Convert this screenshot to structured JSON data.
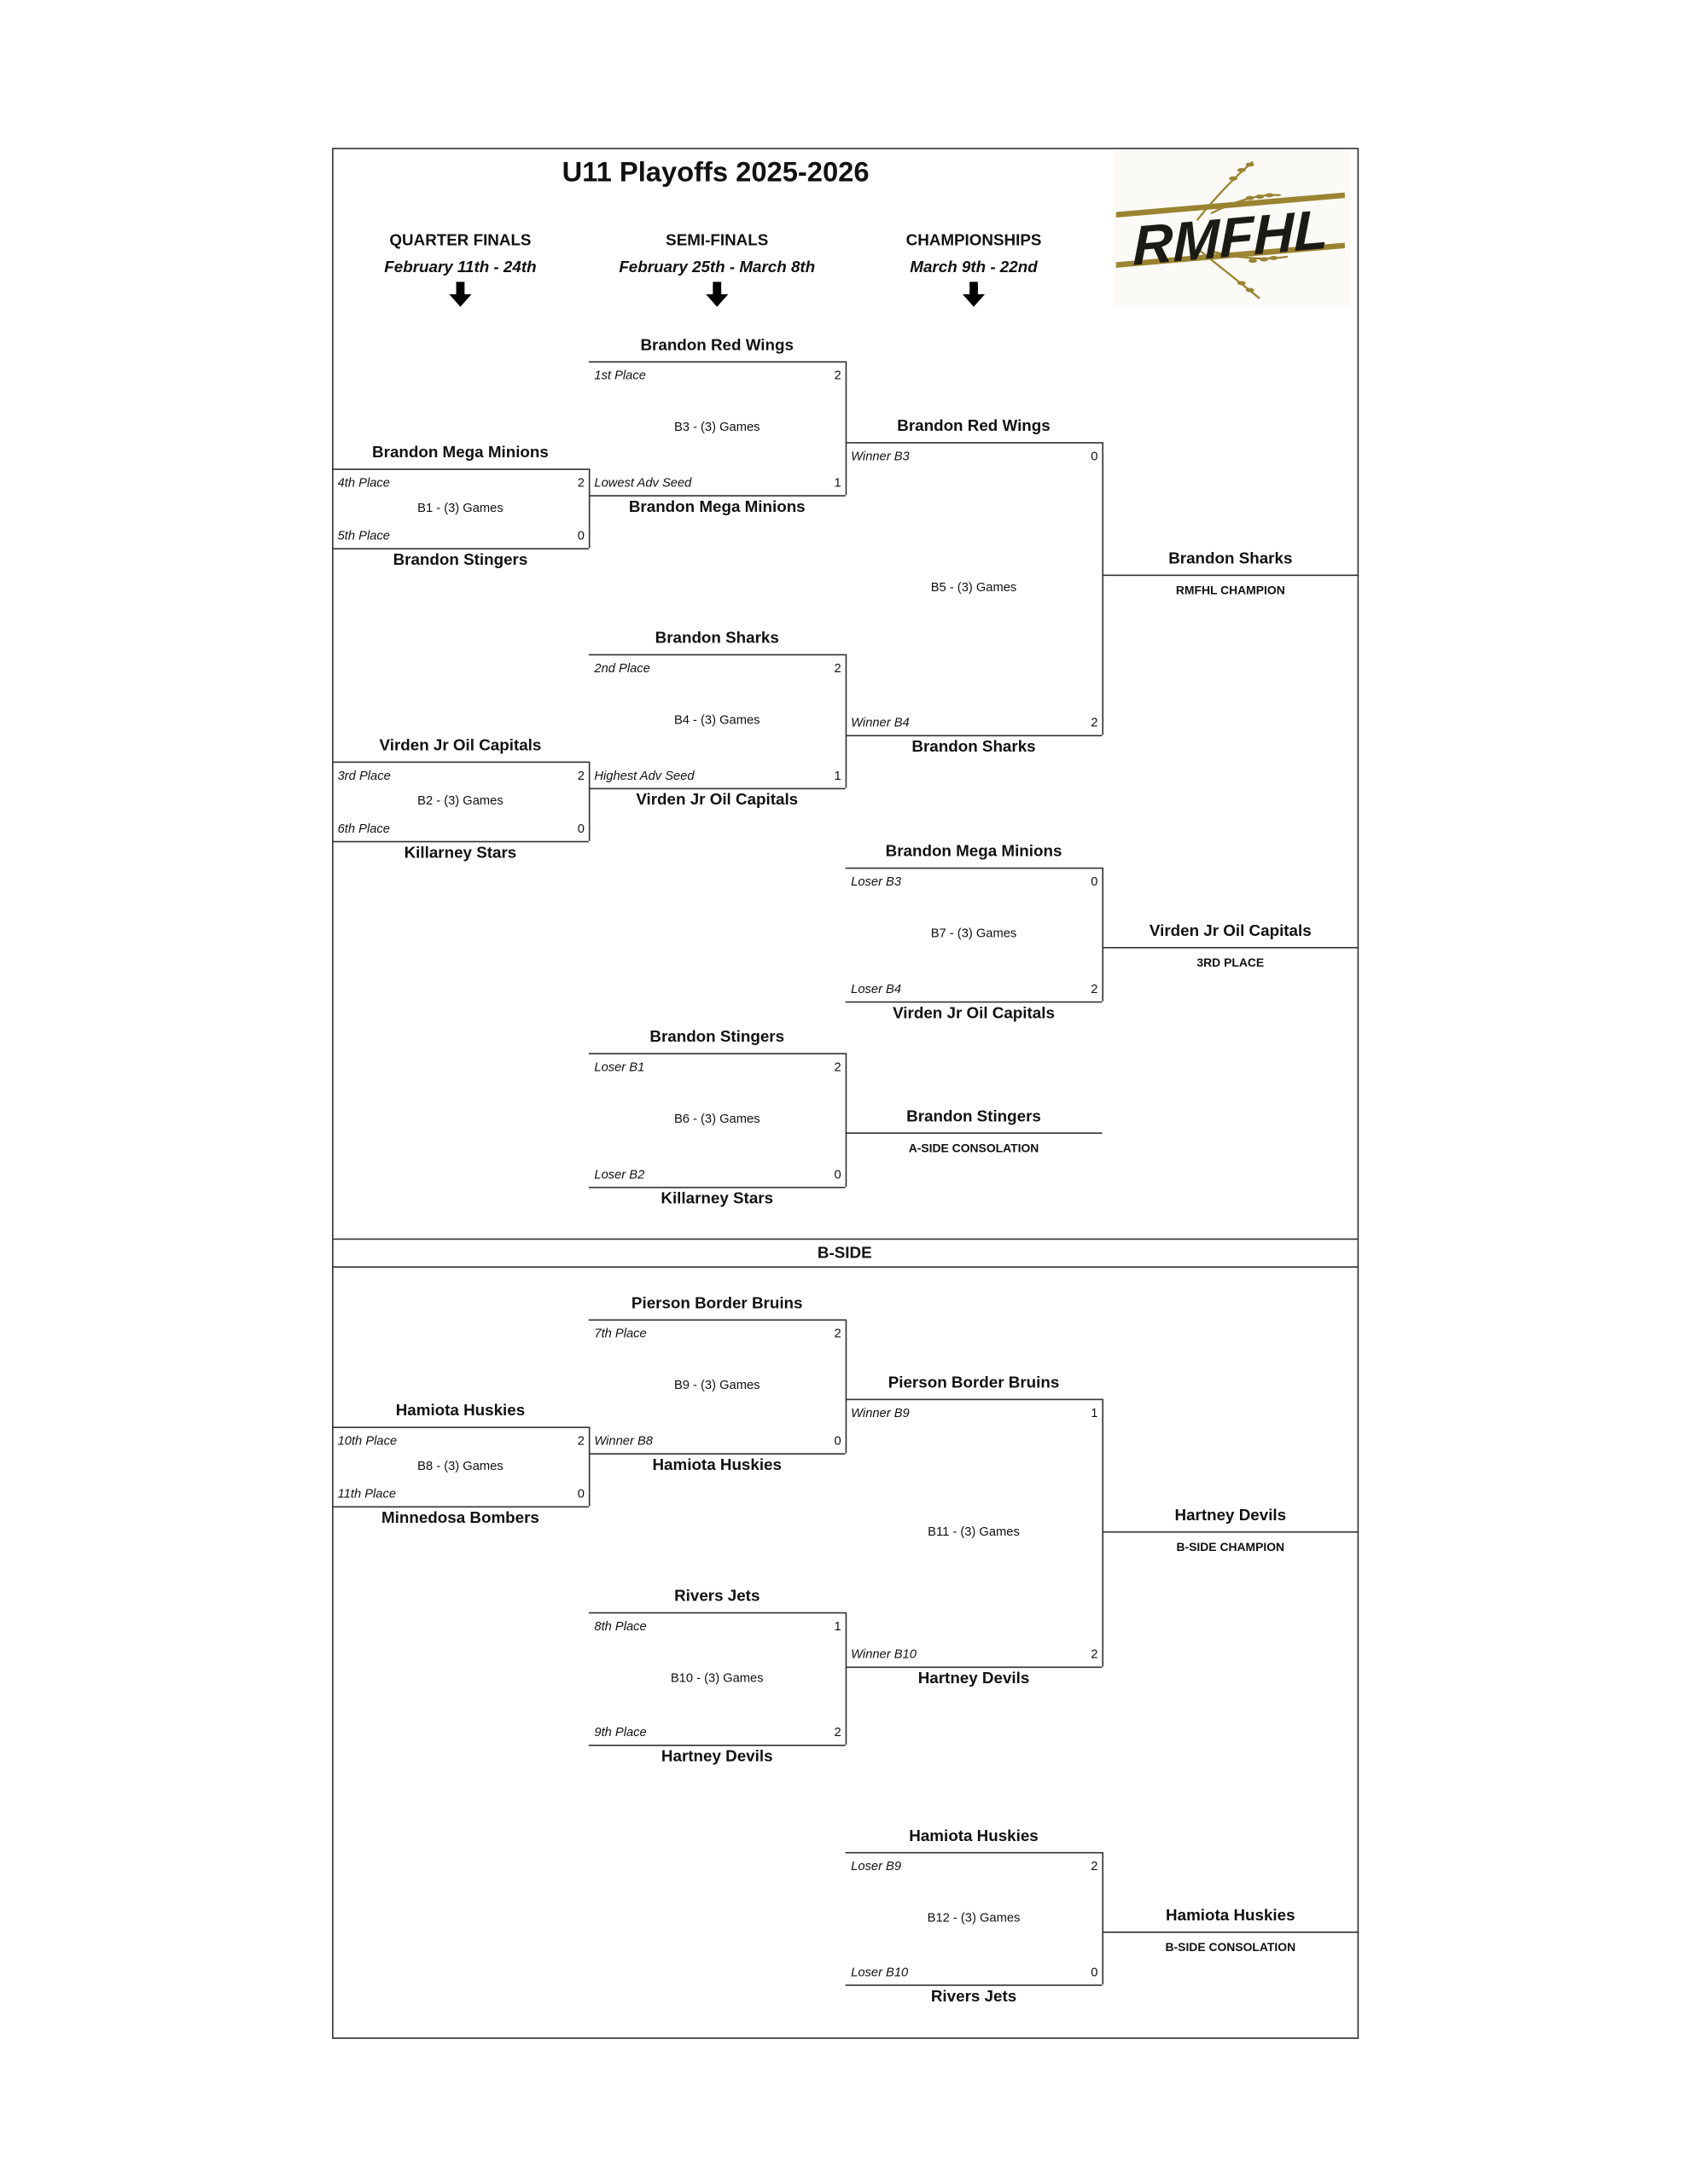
{
  "title": "U11 Playoffs 2025-2026",
  "logo": {
    "text": "RMFHL",
    "gold": "#9a8432"
  },
  "columns": [
    {
      "heading": "QUARTER FINALS",
      "dates": "February 11th - 24th"
    },
    {
      "heading": "SEMI-FINALS",
      "dates": "February 25th - March 8th"
    },
    {
      "heading": "CHAMPIONSHIPS",
      "dates": "March 9th - 22nd"
    }
  ],
  "section_b_label": "B-SIDE",
  "matchups": [
    {
      "id": "B1",
      "game": "B1 - (3) Games",
      "top_team": "Brandon Mega Minions",
      "top_label": "4th Place",
      "top_score": "2",
      "bottom_team": "Brandon Stingers",
      "bottom_label": "5th Place",
      "bottom_score": "0"
    },
    {
      "id": "B2",
      "game": "B2 - (3) Games",
      "top_team": "Virden Jr Oil Capitals",
      "top_label": "3rd Place",
      "top_score": "2",
      "bottom_team": "Killarney Stars",
      "bottom_label": "6th Place",
      "bottom_score": "0"
    },
    {
      "id": "B3",
      "game": "B3 - (3) Games",
      "top_team": "Brandon Red Wings",
      "top_label": "1st Place",
      "top_score": "2",
      "bottom_team": "Brandon Mega Minions",
      "bottom_label": "Lowest Adv Seed",
      "bottom_score": "1"
    },
    {
      "id": "B4",
      "game": "B4 - (3) Games",
      "top_team": "Brandon Sharks",
      "top_label": "2nd Place",
      "top_score": "2",
      "bottom_team": "Virden Jr Oil Capitals",
      "bottom_label": "Highest Adv Seed",
      "bottom_score": "1"
    },
    {
      "id": "B5",
      "game": "B5 - (3) Games",
      "top_team": "Brandon Red Wings",
      "top_label": "Winner B3",
      "top_score": "0",
      "bottom_team": "Brandon Sharks",
      "bottom_label": "Winner B4",
      "bottom_score": "2"
    },
    {
      "id": "B6",
      "game": "B6 - (3) Games",
      "top_team": "Brandon Stingers",
      "top_label": "Loser B1",
      "top_score": "2",
      "bottom_team": "Killarney Stars",
      "bottom_label": "Loser B2",
      "bottom_score": "0"
    },
    {
      "id": "B7",
      "game": "B7 - (3) Games",
      "top_team": "Brandon Mega Minions",
      "top_label": "Loser B3",
      "top_score": "0",
      "bottom_team": "Virden Jr Oil Capitals",
      "bottom_label": "Loser B4",
      "bottom_score": "2"
    },
    {
      "id": "B8",
      "game": "B8 - (3) Games",
      "top_team": "Hamiota Huskies",
      "top_label": "10th Place",
      "top_score": "2",
      "bottom_team": "Minnedosa Bombers",
      "bottom_label": "11th Place",
      "bottom_score": "0"
    },
    {
      "id": "B9",
      "game": "B9 - (3) Games",
      "top_team": "Pierson Border Bruins",
      "top_label": "7th Place",
      "top_score": "2",
      "bottom_team": "Hamiota Huskies",
      "bottom_label": "Winner B8",
      "bottom_score": "0"
    },
    {
      "id": "B10",
      "game": "B10 - (3) Games",
      "top_team": "Rivers Jets",
      "top_label": "8th Place",
      "top_score": "1",
      "bottom_team": "Hartney Devils",
      "bottom_label": "9th Place",
      "bottom_score": "2"
    },
    {
      "id": "B11",
      "game": "B11 - (3) Games",
      "top_team": "Pierson Border Bruins",
      "top_label": "Winner B9",
      "top_score": "1",
      "bottom_team": "Hartney Devils",
      "bottom_label": "Winner B10",
      "bottom_score": "2"
    },
    {
      "id": "B12",
      "game": "B12 - (3) Games",
      "top_team": "Hamiota Huskies",
      "top_label": "Loser B9",
      "top_score": "2",
      "bottom_team": "Rivers Jets",
      "bottom_label": "Loser B10",
      "bottom_score": "0"
    }
  ],
  "results": [
    {
      "id": "champion",
      "team": "Brandon Sharks",
      "title": "RMFHL CHAMPION"
    },
    {
      "id": "third",
      "team": "Virden Jr Oil Capitals",
      "title": "3RD PLACE"
    },
    {
      "id": "a_consolation",
      "team": "Brandon Stingers",
      "title": "A-SIDE CONSOLATION"
    },
    {
      "id": "b_champion",
      "team": "Hartney Devils",
      "title": "B-SIDE CHAMPION"
    },
    {
      "id": "b_consolation",
      "team": "Hamiota Huskies",
      "title": "B-SIDE CONSOLATION"
    }
  ]
}
